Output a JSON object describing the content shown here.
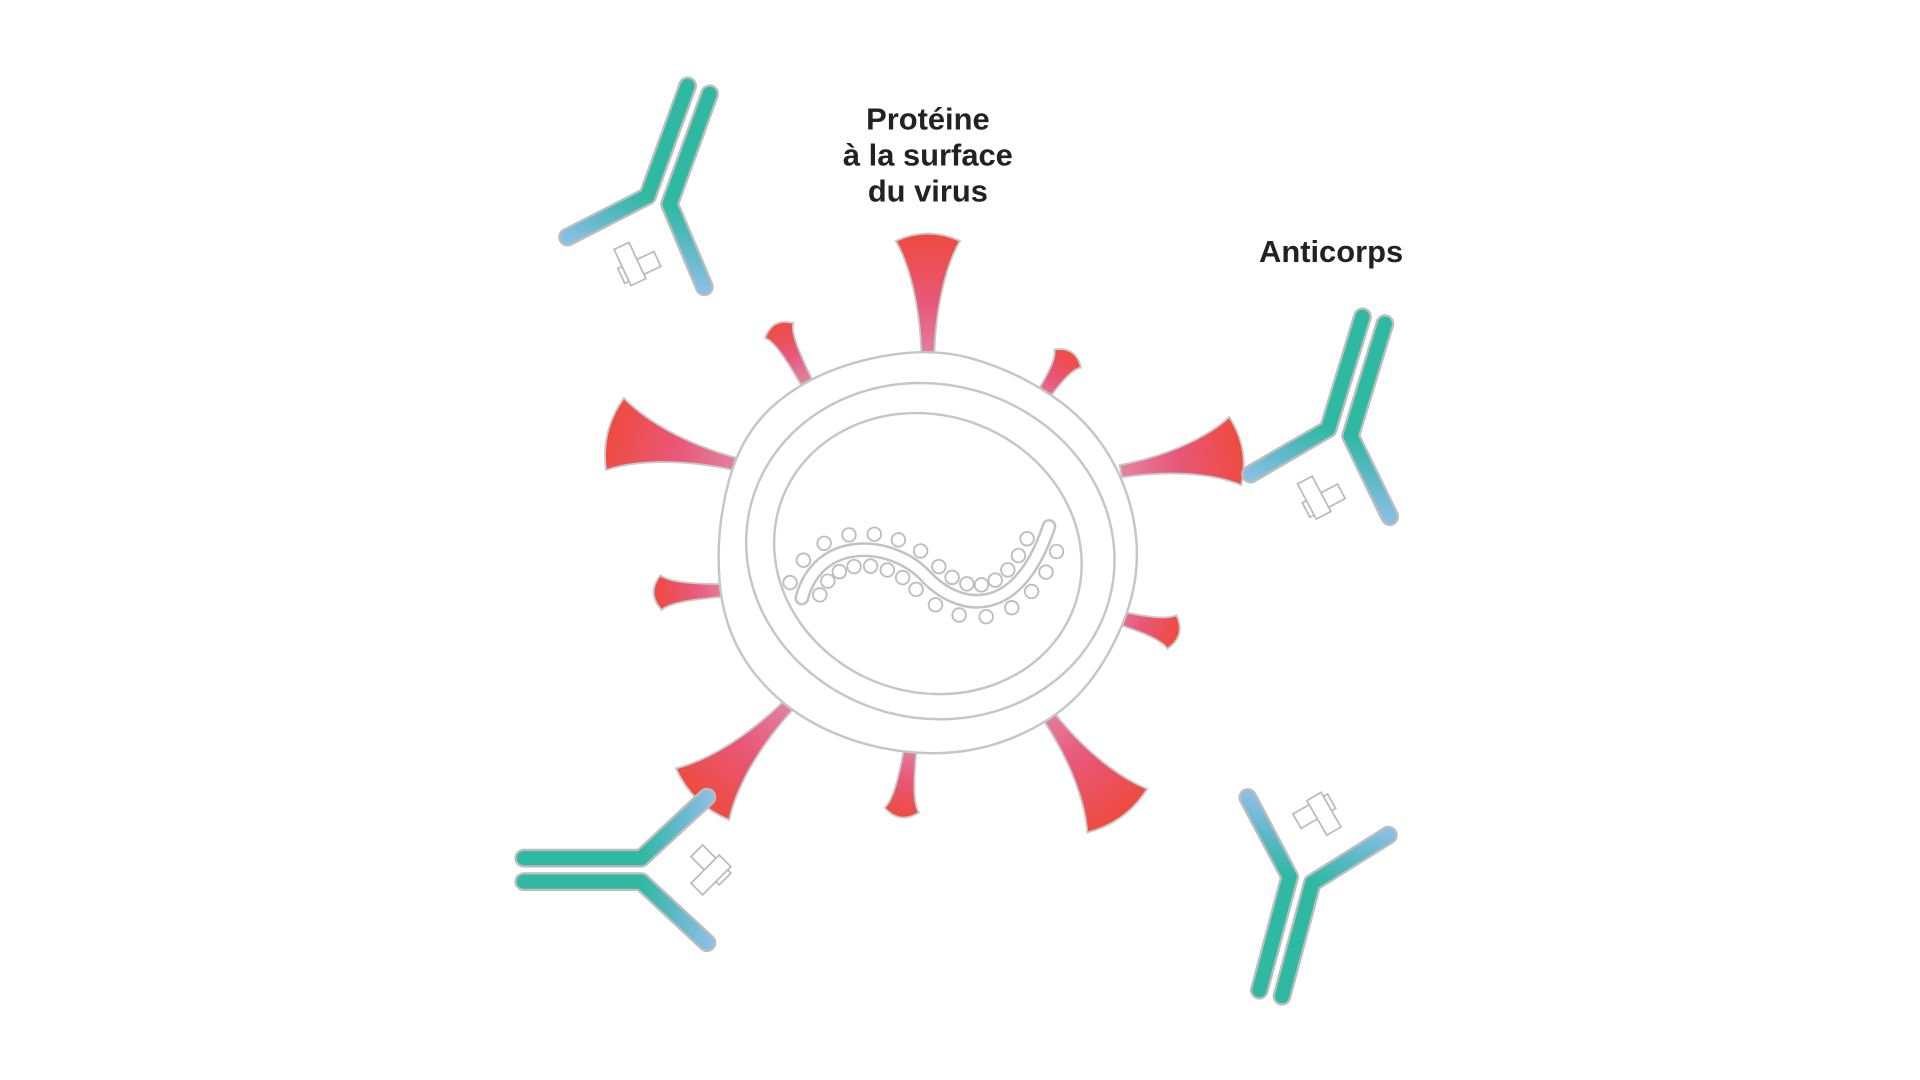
{
  "labels": {
    "protein_line1": "Protéine",
    "protein_line2": "à la surface",
    "protein_line3": "du virus",
    "antibody": "Anticorps"
  },
  "colors": {
    "spike_tip": "#ef4a3e",
    "spike_base": "#e06a86",
    "antibody_heavy": "#2fb9a2",
    "antibody_tip": "#7fb8e0",
    "outline": "#c8c8c8"
  }
}
